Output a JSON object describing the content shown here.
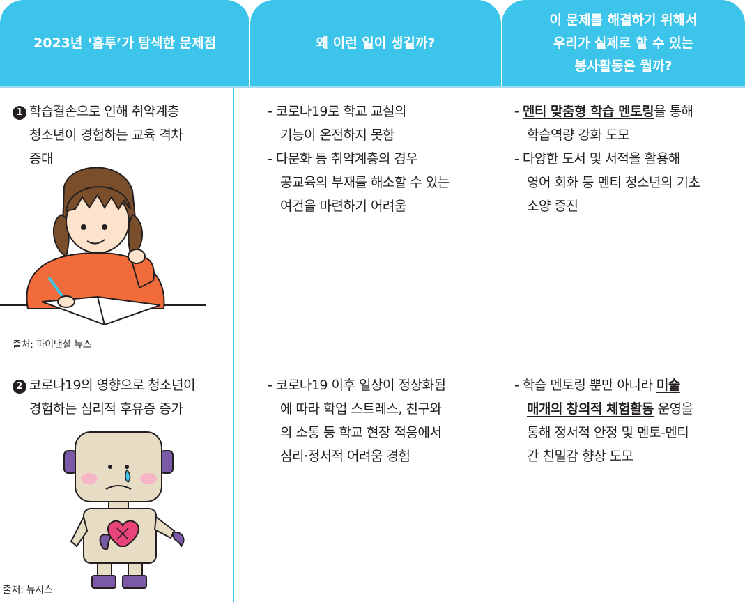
{
  "header": {
    "col1": "2023년 ‘홈투’가 탐색한 문제점",
    "col2": "왜 이런 일이 생길까?",
    "col3_lines": [
      "이 문제를 해결하기 위해서",
      "우리가 실제로 할 수 있는",
      "봉사활동은 뭘까?"
    ]
  },
  "row1": {
    "number": "1",
    "problem_lines": [
      "학습결손으로 인해 취약계층",
      "청소년이 경험하는 교육 격차",
      "증대"
    ],
    "cause_lines": [
      "- 코로나19로 학교 교실의",
      "기능이 온전하지 못함",
      "- 다문화 등 취약계층의 경우",
      "공교육의 부재를 해소할 수 있는",
      "여건을 마련하기 어려움"
    ],
    "solution": {
      "dash": "- ",
      "highlight": "멘티 맞춤형 학습 멘토링",
      "rest1": "을 통해",
      "line2": "학습역량 강화 도모",
      "line3": "- 다양한 도서 및 서적을 활용해",
      "line4": "영어 회화 등 멘티 청소년의 기초",
      "line5": "소양 증진"
    },
    "caption": "출처: 파이낸셜 뉴스"
  },
  "row2": {
    "number": "2",
    "problem_lines": [
      "코로나19의 영향으로 청소년이",
      "경험하는 심리적 후유증 증가"
    ],
    "cause_lines": [
      "- 코로나19 이후 일상이 정상화됨",
      "에 따라 학업 스트레스, 친구와",
      "의 소통 등 학교 현장 적응에서",
      "심리·정서적 어려움 경험"
    ],
    "solution": {
      "line1_plain": "- 학습 멘토링 뿐만 아니라 ",
      "line1_highlight": "미술",
      "line2_highlight": "매개의 창의적 체험활동",
      "line2_rest": " 운영을",
      "line3": "통해 정서적 안정 및 멘토-멘티",
      "line4": "간 친밀감 향상 도모"
    },
    "caption": "출처: 뉴시스"
  },
  "colors": {
    "header": "#3cc4ea",
    "text": "#231f20",
    "girl_shirt": "#f26b3a",
    "robot_body": "#e7dcc4",
    "robot_purple": "#7a5aa6",
    "heart": "#e8447a"
  }
}
